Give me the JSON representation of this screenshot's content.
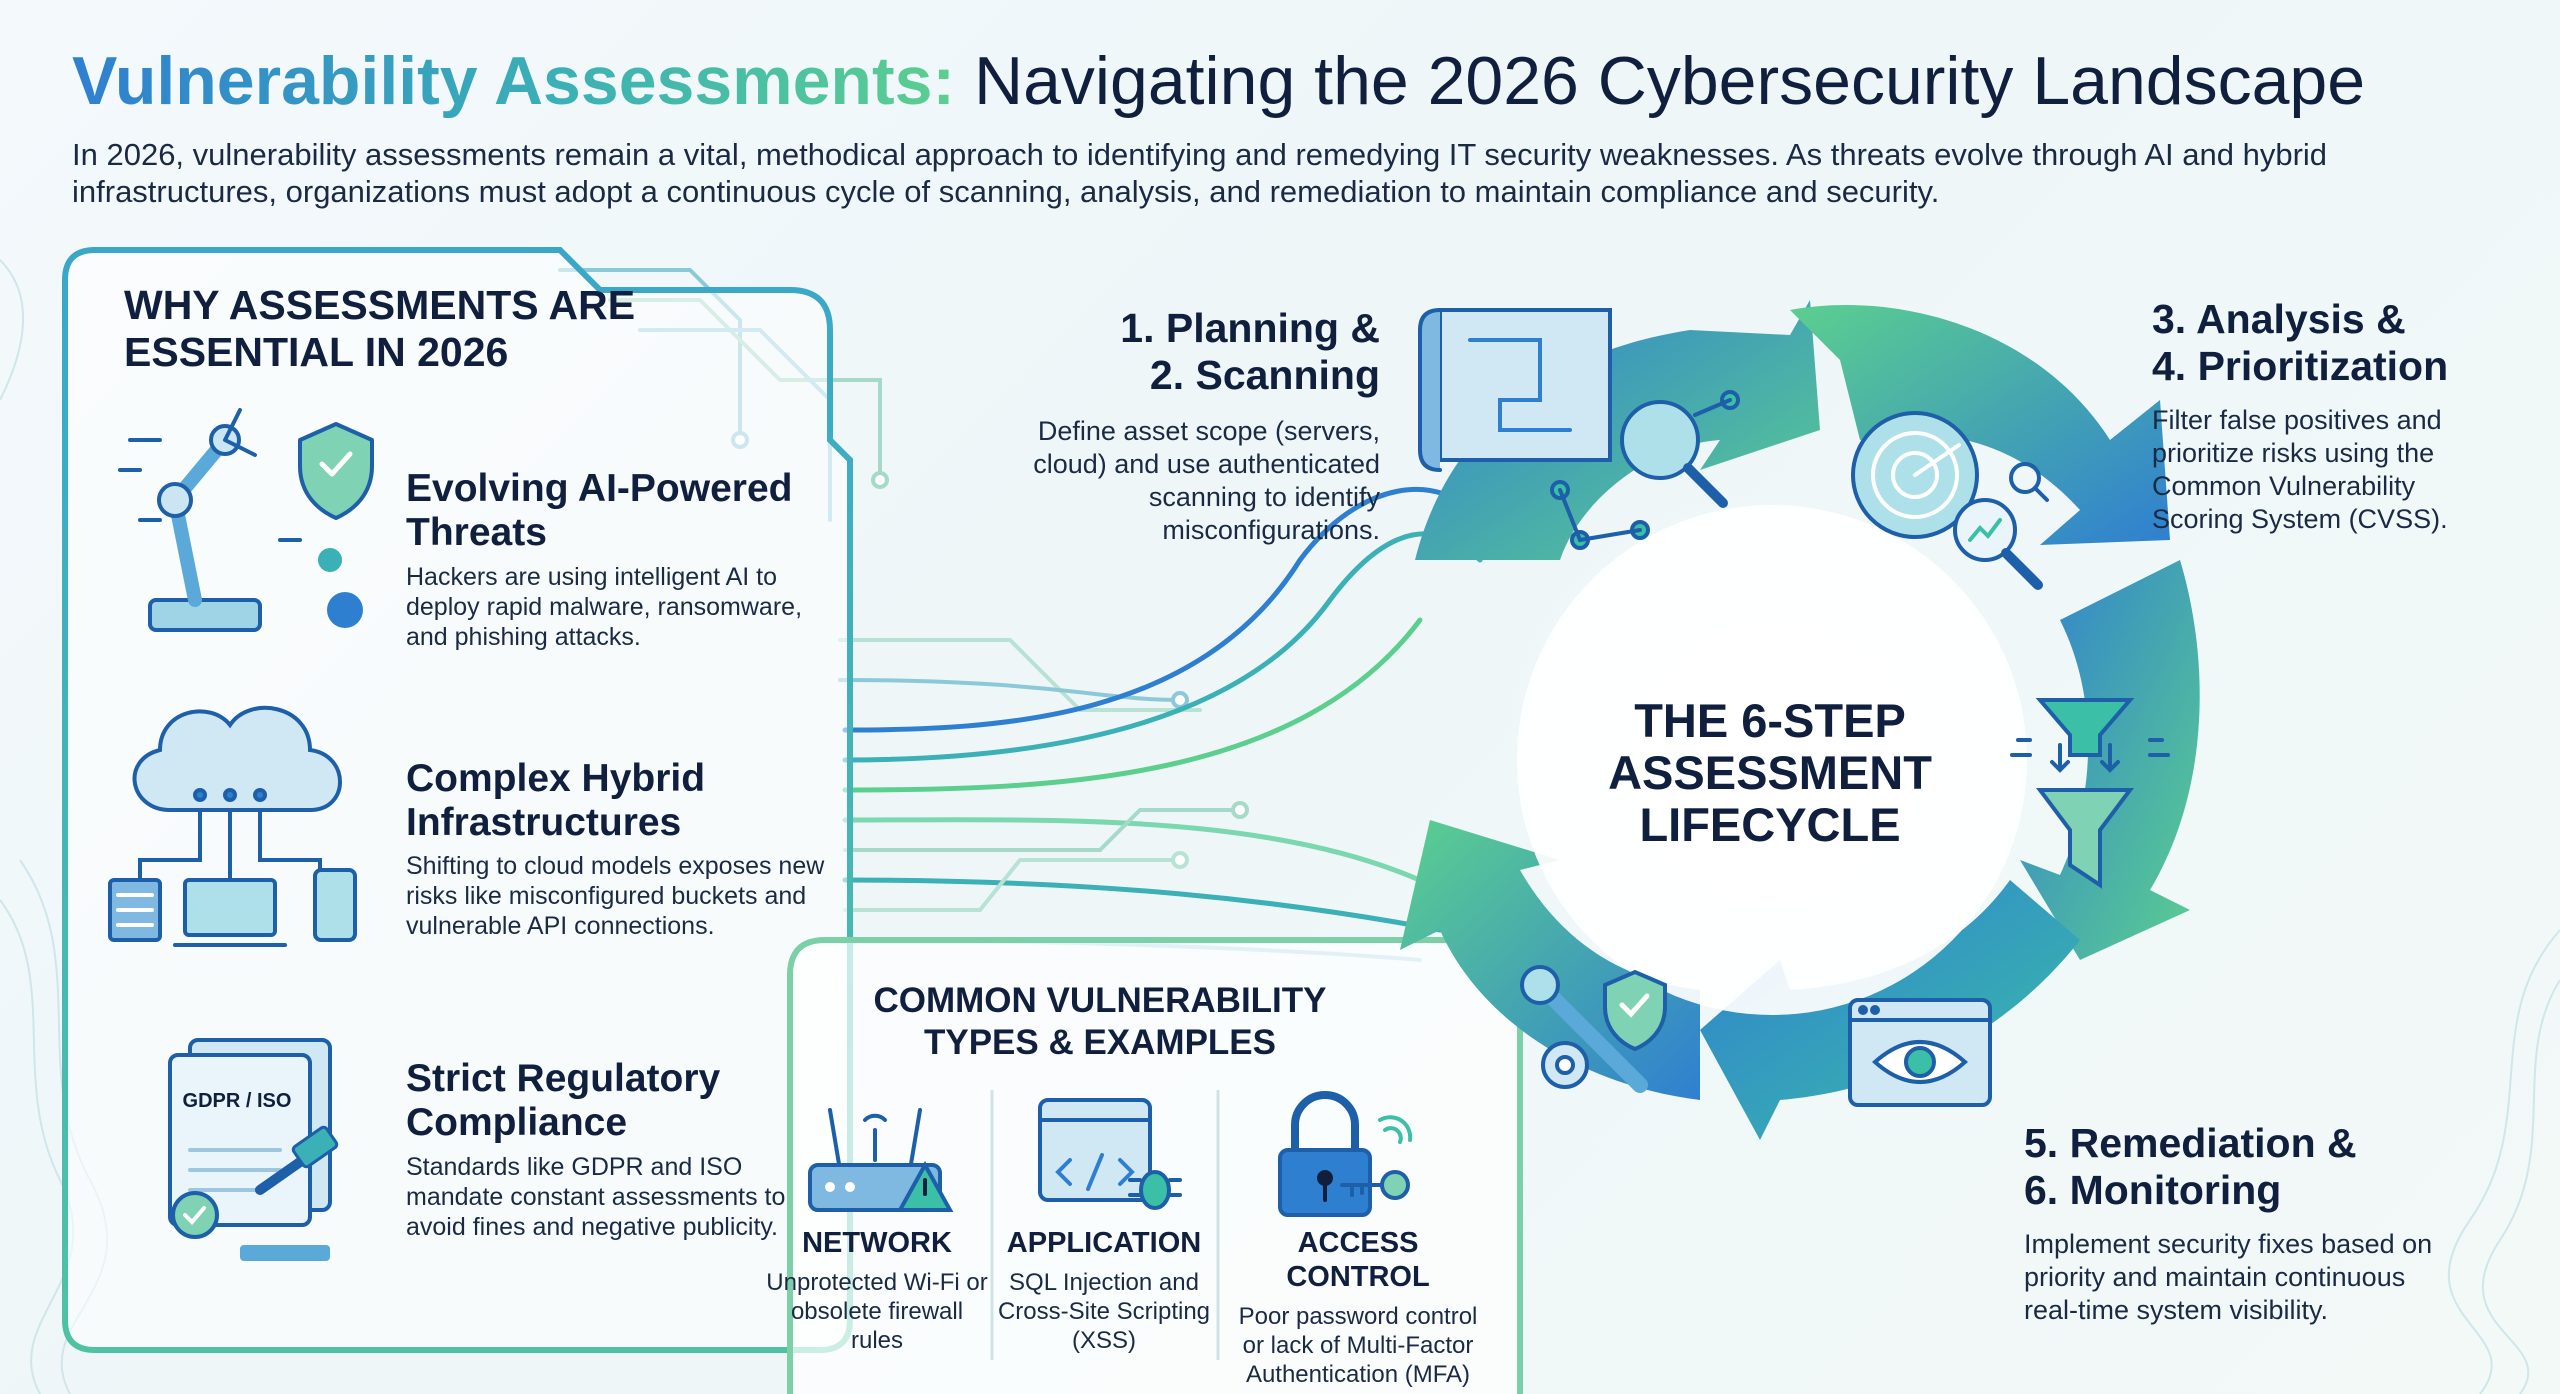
{
  "header": {
    "title_highlight": "Vulnerability Assessments:",
    "title_rest": " Navigating the 2026 Cybersecurity Landscape",
    "intro": "In 2026, vulnerability assessments remain a vital, methodical approach to identifying and remedying IT security weaknesses. As threats evolve through AI and hybrid infrastructures, organizations must adopt a continuous cycle of scanning, analysis, and remediation to maintain compliance and security."
  },
  "why": {
    "heading": "WHY ASSESSMENTS ARE ESSENTIAL IN 2026",
    "items": [
      {
        "title": "Evolving AI-Powered Threats",
        "desc": "Hackers are using intelligent AI to deploy rapid malware, ransomware, and phishing attacks."
      },
      {
        "title": "Complex Hybrid Infrastructures",
        "desc": "Shifting to cloud models exposes new risks like misconfigured buckets and vulnerable API connections."
      },
      {
        "title": "Strict Regulatory Compliance",
        "desc": "Standards like GDPR and ISO mandate constant assessments to avoid fines and negative publicity.",
        "doc_label": "GDPR / ISO"
      }
    ]
  },
  "vuln_types": {
    "heading": "COMMON VULNERABILITY TYPES & EXAMPLES",
    "items": [
      {
        "category": "NETWORK",
        "example": "Unprotected Wi-Fi or obsolete firewall rules"
      },
      {
        "category": "APPLICATION",
        "example": "SQL Injection and Cross-Site Scripting (XSS)"
      },
      {
        "category": "ACCESS CONTROL",
        "example": "Poor password control or lack of Multi-Factor Authentication (MFA)"
      }
    ]
  },
  "lifecycle": {
    "center_title": "THE 6-STEP ASSESSMENT LIFECYCLE",
    "steps": [
      {
        "title_line1": "1. Planning &",
        "title_line2": "2. Scanning",
        "desc": "Define asset scope (servers, cloud) and use authenticated scanning to identify misconfigurations."
      },
      {
        "title_line1": "3. Analysis &",
        "title_line2": "4. Prioritization",
        "desc": "Filter false positives and prioritize risks using the Common Vulnerability Scoring System (CVSS)."
      },
      {
        "title_line1": "5. Remediation &",
        "title_line2": "6. Monitoring",
        "desc": "Implement security fixes based on priority and maintain continuous real-time system visibility."
      }
    ]
  },
  "colors": {
    "blue": "#2f7fd0",
    "teal": "#3bb0b6",
    "green": "#5ccf8f",
    "navy": "#0f1f3d"
  }
}
